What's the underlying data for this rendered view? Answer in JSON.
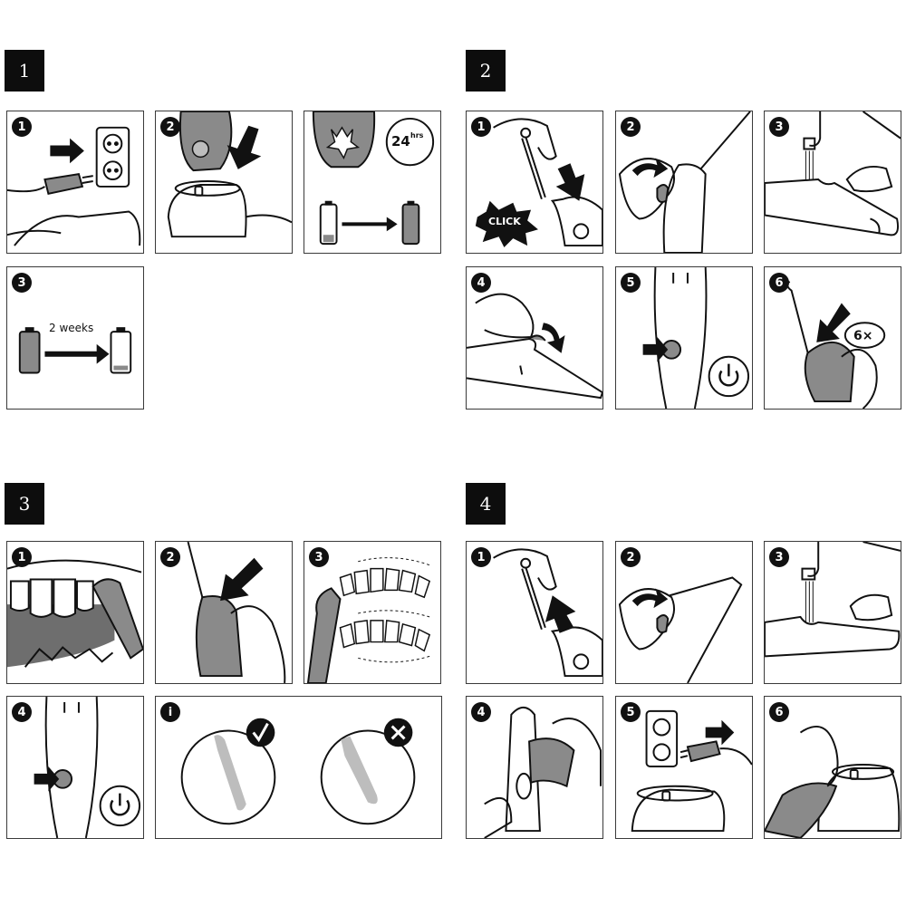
{
  "sections": {
    "s1": {
      "label": "1",
      "panels": {
        "p1": "1",
        "p2": "2",
        "p3": "3"
      }
    },
    "s2": {
      "label": "2",
      "panels": {
        "p1": "1",
        "p2": "2",
        "p3": "3",
        "p4": "4",
        "p5": "5",
        "p6": "6"
      }
    },
    "s3": {
      "label": "3",
      "panels": {
        "p1": "1",
        "p2": "2",
        "p3": "3",
        "p4": "4",
        "p5": "i"
      }
    },
    "s4": {
      "label": "4",
      "panels": {
        "p1": "1",
        "p2": "2",
        "p3": "3",
        "p4": "4",
        "p5": "5",
        "p6": "6"
      }
    }
  },
  "text": {
    "hours_value": "24",
    "hours_unit": "hrs",
    "duration": "2 weeks",
    "click": "CLICK",
    "repeat": "6×"
  },
  "icons": [
    "power-icon",
    "check-icon",
    "cross-icon",
    "battery-icon",
    "wall-socket-icon",
    "plug-icon",
    "arrow-icon"
  ],
  "colors": {
    "ink": "#111111",
    "gray_fill": "#8a8a8a",
    "light_gray": "#bdbdbd"
  }
}
